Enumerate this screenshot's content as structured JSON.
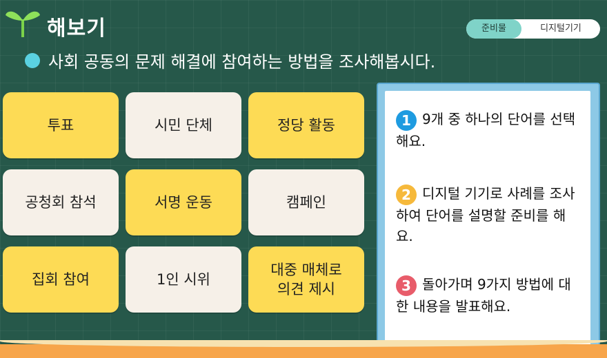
{
  "header": {
    "title": "해보기",
    "badges": [
      "준비물",
      "디지털기기"
    ]
  },
  "instruction": "사회 공동의 문제 해결에 참여하는 방법을 조사해봅시다.",
  "tiles": [
    {
      "label": "투표",
      "color": "yellow"
    },
    {
      "label": "시민 단체",
      "color": "cream"
    },
    {
      "label": "정당 활동",
      "color": "yellow"
    },
    {
      "label": "공청회 참석",
      "color": "cream"
    },
    {
      "label": "서명 운동",
      "color": "yellow"
    },
    {
      "label": "캠페인",
      "color": "cream"
    },
    {
      "label": "집회 참여",
      "color": "yellow"
    },
    {
      "label": "1인 시위",
      "color": "cream"
    },
    {
      "label": "대중 매체로\n의견 제시",
      "color": "yellow"
    }
  ],
  "steps": [
    {
      "num": "1",
      "text": "9개 중 하나의 단어를 선택해요."
    },
    {
      "num": "2",
      "text": "디지털 기기로 사례를 조사하여 단어를 설명할 준비를 해요."
    },
    {
      "num": "3",
      "text": "돌아가며 9가지 방법에 대한 내용을 발표해요."
    }
  ],
  "colors": {
    "board": "#26584a",
    "yellow_tile": "#fddb55",
    "cream_tile": "#f6f0e8",
    "step1": "#1e9be0",
    "step2": "#f6b93b",
    "step3": "#e85c6a"
  }
}
